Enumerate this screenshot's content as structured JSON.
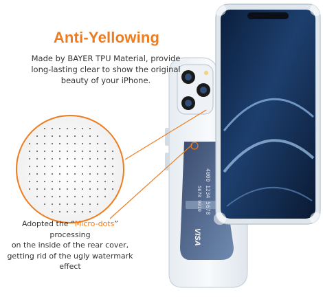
{
  "headline": "Anti-Yellowing",
  "description": {
    "line1": "Made by BAYER TPU Material,  provide",
    "line2": "long-lasting clear to show the original",
    "line3": "beauty of your iPhone."
  },
  "microdots_note": {
    "prefix": "Adopted the “",
    "highlight": "Micro-dots",
    "suffix": "” processing",
    "line2": "on the inside of the rear cover,",
    "line3": "getting rid of the ugly watermark",
    "line4": "effect"
  },
  "card": {
    "brand": "VISA",
    "number_fragment": "4000 1234 5678",
    "number_fragment2": "5678 9010"
  },
  "colors": {
    "accent": "#ee7c1e",
    "text": "#333333",
    "screen_blue": "#1d3f6e"
  }
}
